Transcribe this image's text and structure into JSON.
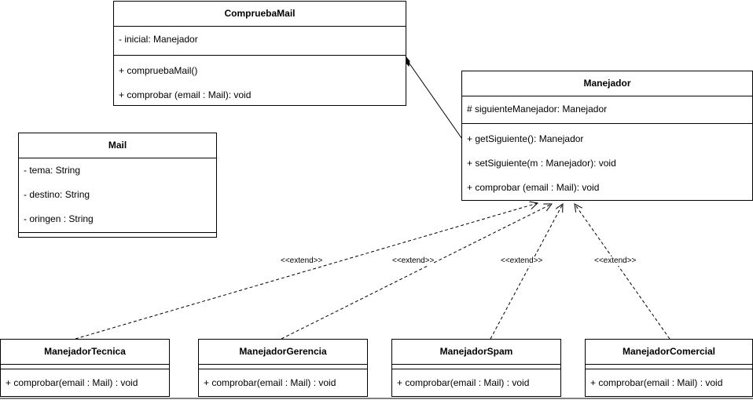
{
  "classes": {
    "compruebamail": {
      "name": "CompruebaMail",
      "attributes": [
        "- inicial: Manejador"
      ],
      "methods": [
        "+ compruebaMail()",
        "+ comprobar (email : Mail): void"
      ]
    },
    "manejador": {
      "name": "Manejador",
      "attributes": [
        "# siguienteManejador: Manejador"
      ],
      "methods": [
        "+ getSiguiente(): Manejador",
        "+ setSiguiente(m : Manejador): void",
        "+ comprobar (email : Mail): void"
      ]
    },
    "mail": {
      "name": "Mail",
      "attributes": [
        "- tema: String",
        "- destino: String",
        "- oringen : String"
      ]
    },
    "tecnica": {
      "name": "ManejadorTecnica",
      "methods": [
        "+ comprobar(email : Mail) : void"
      ]
    },
    "gerencia": {
      "name": "ManejadorGerencia",
      "methods": [
        "+ comprobar(email : Mail) : void"
      ]
    },
    "spam": {
      "name": "ManejadorSpam",
      "methods": [
        "+ comprobar(email : Mail) : void"
      ]
    },
    "comercial": {
      "name": "ManejadorComercial",
      "methods": [
        "+ comprobar(email : Mail) : void"
      ]
    }
  },
  "relations": {
    "extend_label": "<<extend>>"
  }
}
